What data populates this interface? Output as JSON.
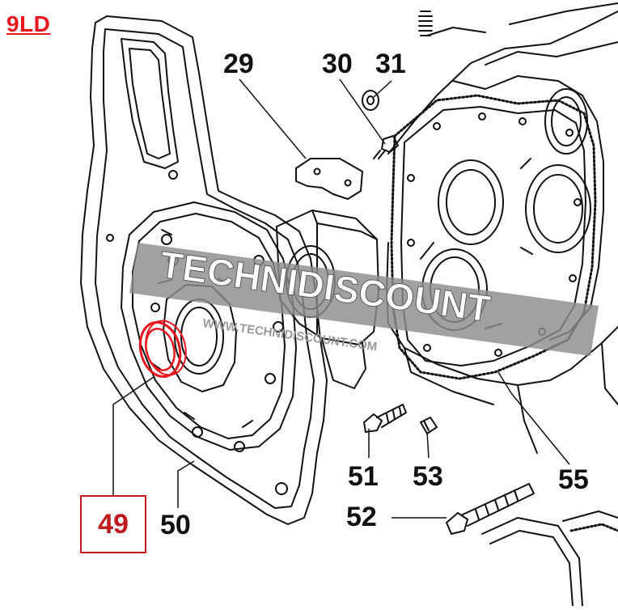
{
  "diagram": {
    "model_code": "9LD",
    "highlight_part": "49",
    "callouts": {
      "p29": "29",
      "p30": "30",
      "p31": "31",
      "p49": "49",
      "p50": "50",
      "p51": "51",
      "p52": "52",
      "p53": "53",
      "p55": "55"
    },
    "watermark": {
      "brand": "TECHNIDISCOUNT",
      "url": "WWW.TECHNIDISCOUNT.COM"
    }
  },
  "colors": {
    "highlight": "#e8161e",
    "line": "#111111",
    "watermark": "#8c8c8c"
  }
}
